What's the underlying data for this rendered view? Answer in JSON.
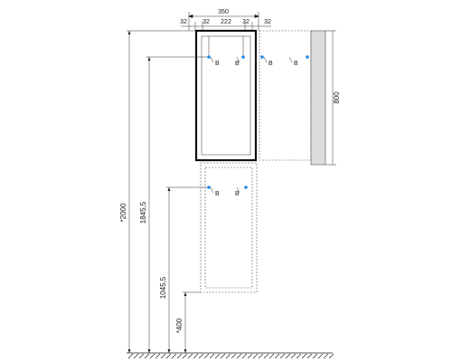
{
  "dimensions": {
    "top_width": "350",
    "top_segments": [
      "32",
      "32",
      "222",
      "32",
      "32"
    ],
    "side_height": "800",
    "total_height": "*2000",
    "upper_hinge_height": "1845,5",
    "lower_hinge_height": "1045,5",
    "base_height": "*400"
  },
  "hinge_label": "B",
  "colors": {
    "line": "#1c1c1c",
    "hinge_dot": "#1e88e5",
    "shadow": "#dcdcdc"
  }
}
